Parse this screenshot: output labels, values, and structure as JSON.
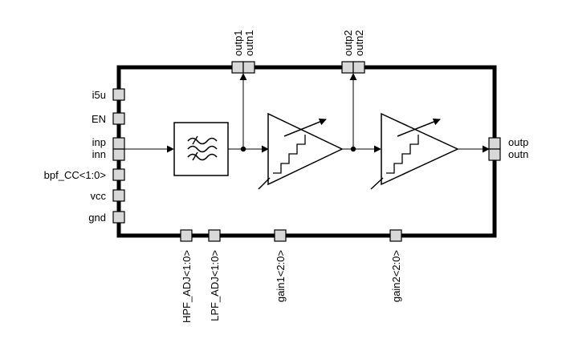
{
  "labels": {
    "left_pins": [
      "i5u",
      "EN",
      "inp",
      "inn",
      "bpf_CC<1:0>",
      "vcc",
      "gnd"
    ],
    "top_pins": [
      "outp1",
      "outn1",
      "outp2",
      "outn2"
    ],
    "right_pins": [
      "outp",
      "outn"
    ],
    "bottom_pins": [
      "HPF_ADJ<1:0>",
      "LPF_ADJ<1:0>",
      "gain1<2:0>",
      "gain2<2:0>"
    ]
  },
  "colors": {
    "stroke": "#000000",
    "pin_fill": "#d8d8d8",
    "background": "#ffffff"
  },
  "blocks": {
    "filter_icon": "bandpass-filter-icon",
    "amp1_icon": "variable-gain-amplifier-icon",
    "amp2_icon": "variable-gain-amplifier-icon"
  }
}
